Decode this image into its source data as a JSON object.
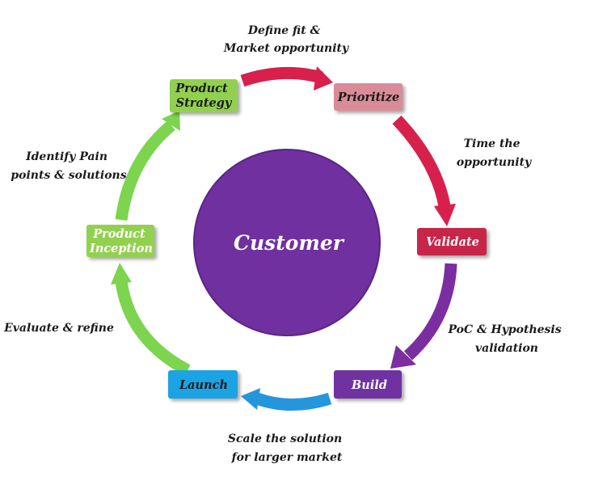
{
  "center": {
    "label": "Customer",
    "color": "#7030a0"
  },
  "stages": {
    "product_strategy": {
      "lines": [
        "Product",
        "Strategy"
      ],
      "color": "#92d050",
      "text_color": "#1a1a1a"
    },
    "prioritize": {
      "lines": [
        "Prioritize"
      ],
      "color": "#d98c97",
      "text_color": "#1a1a1a"
    },
    "validate": {
      "lines": [
        "Validate"
      ],
      "color": "#c8264a",
      "text_color": "#ffffff"
    },
    "build": {
      "lines": [
        "Build"
      ],
      "color": "#7030a0",
      "text_color": "#ffffff"
    },
    "launch": {
      "lines": [
        "Launch"
      ],
      "color": "#1fa3e4",
      "text_color": "#1a1a1a"
    },
    "product_inception": {
      "lines": [
        "Product",
        "Inception"
      ],
      "color": "#92d050",
      "text_color": "#ffffff"
    }
  },
  "transitions": {
    "strategy_to_prioritize": {
      "lines": [
        "Define fit &",
        "Market opportunity"
      ],
      "color": "#d8204c"
    },
    "prioritize_to_validate": {
      "lines": [
        "Time the",
        "opportunity"
      ],
      "color": "#d8204c"
    },
    "validate_to_build": {
      "lines": [
        "PoC & Hypothesis",
        "validation"
      ],
      "color": "#7a2ea0"
    },
    "build_to_launch": {
      "lines": [
        "Scale the solution",
        "for larger market"
      ],
      "color": "#2596dc"
    },
    "launch_to_inception": {
      "lines": [
        "Evaluate & refine"
      ],
      "color": "#7dd44e"
    },
    "inception_to_strategy": {
      "lines": [
        "Identify Pain",
        "points & solutions"
      ],
      "color": "#7dd44e"
    }
  }
}
